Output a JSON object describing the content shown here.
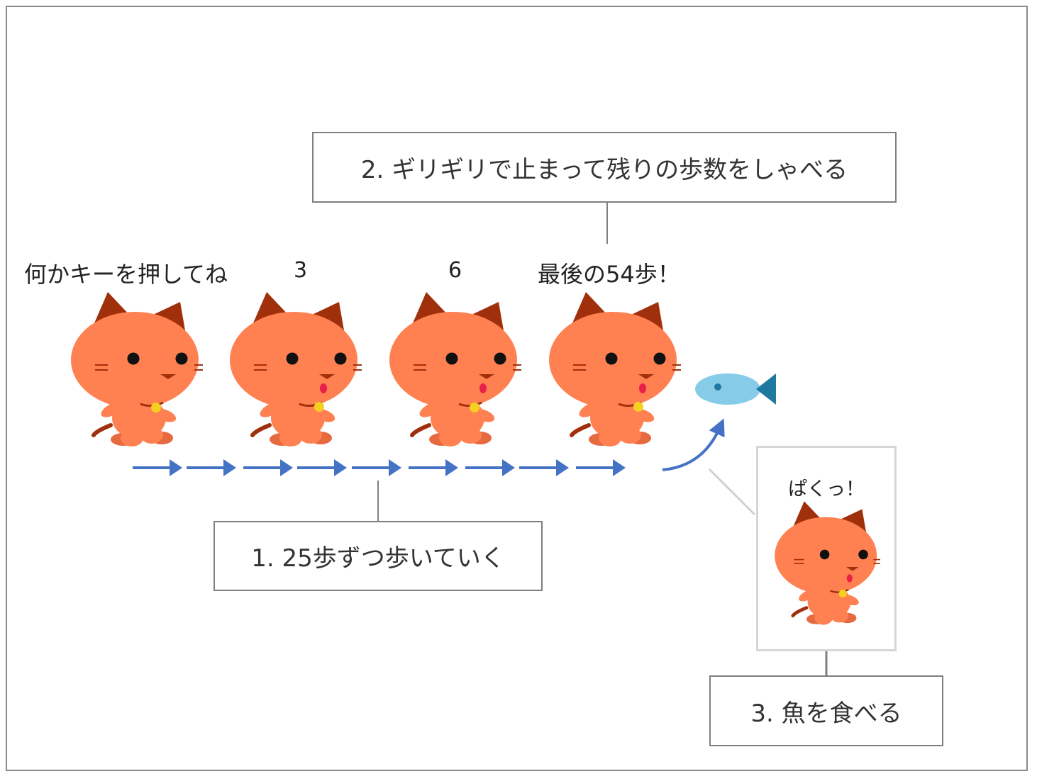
{
  "step_labels": {
    "step1": "1. 25歩ずつ歩いていく",
    "step2": "2. ギリギリで止まって残りの歩数をしゃべる",
    "step3": "3. 魚を食べる"
  },
  "speech_bubbles": {
    "cat1": "何かキーを押してね",
    "cat2": "3",
    "cat3": "6",
    "cat4": "最後の54歩！",
    "inset_cat": "ぱくっ！"
  },
  "walk_arrow_count": 9,
  "colors": {
    "cat_body": "#FF8050",
    "cat_ear": "#A0300C",
    "arrow": "#4472C4",
    "fish": "#86CCE8",
    "fish_tail": "#1F78A0",
    "collar_bell": "#F5D020",
    "mouth": "#E8204A",
    "callout_border": "#7F7F7F",
    "inset_border": "#D6D6D6",
    "frame_border": "#8A8A8A"
  },
  "icons": [
    "cat-icon",
    "fish-icon",
    "arrow-right-icon",
    "curved-arrow-icon"
  ]
}
